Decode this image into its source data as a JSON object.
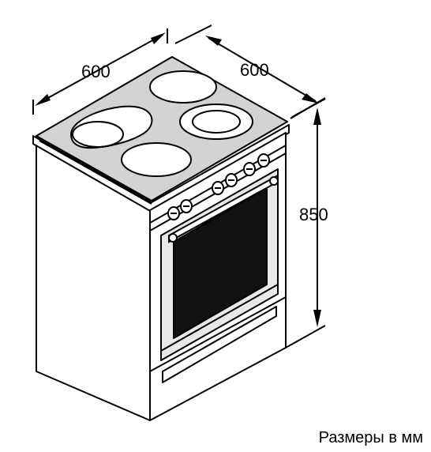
{
  "dimensions": {
    "width": "600",
    "depth": "600",
    "height": "850"
  },
  "caption": "Размеры в мм",
  "colors": {
    "line": "#000000",
    "body": "#ffffff",
    "glass_top": "#d3d3d3",
    "burner": "#ffffff",
    "oven_window": "#111111",
    "door_frame": "#e8e8e8",
    "handle": "#ffffff"
  }
}
